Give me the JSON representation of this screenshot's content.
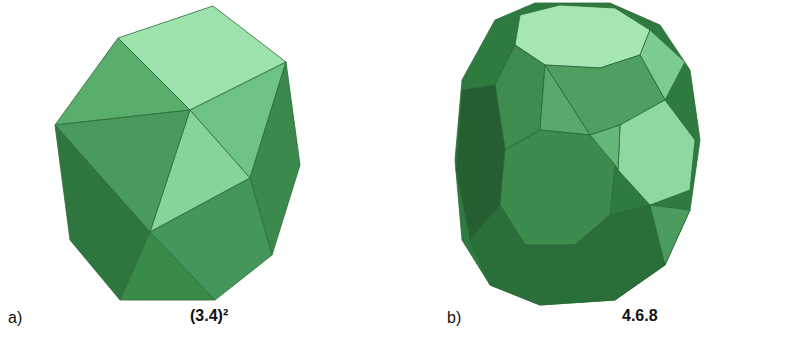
{
  "diagram": {
    "labels": [
      "a)",
      "(3.4)²",
      "b)",
      "4.6.8"
    ]
  }
}
